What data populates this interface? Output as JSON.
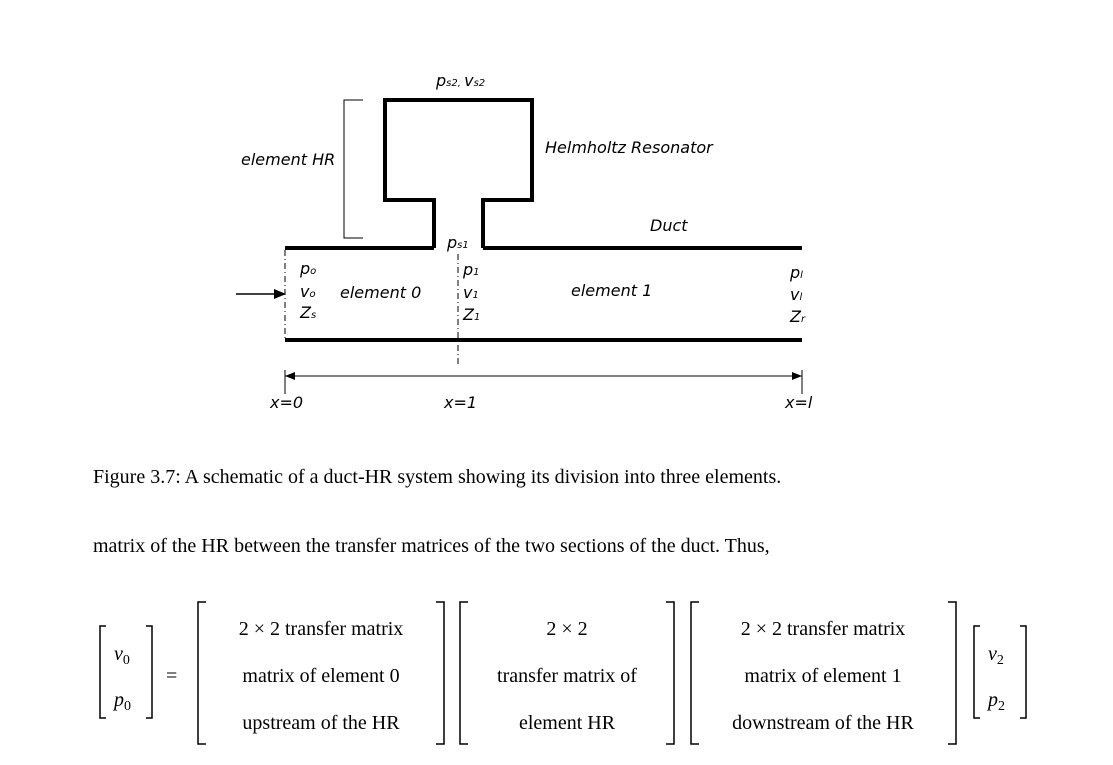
{
  "figure": {
    "top_label": "p",
    "top_label_sub1": "s2, ",
    "top_label_v": "v",
    "top_label_sub2": "s2",
    "element_hr": "element HR",
    "helmholtz": "Helmholtz Resonator",
    "duct": "Duct",
    "ps1": "p",
    "ps1_sub": "s1",
    "p0": "p",
    "p0_sub": "o",
    "v0": "v",
    "v0_sub": "o",
    "zs": "Z",
    "zs_sub": "s",
    "element0": "element 0",
    "p1": "p",
    "p1_sub": "1",
    "v1": "v",
    "v1_sub": "1",
    "z1": "Z",
    "z1_sub": "1",
    "element1": "element 1",
    "pl": "p",
    "pl_sub": "l",
    "vl": "v",
    "vl_sub": "l",
    "zr": "Z",
    "zr_sub": "r",
    "x0": "x=0",
    "x1": "x=1",
    "xl": "x=l"
  },
  "caption": "Figure 3.7: A schematic of a duct-HR system showing its division into three elements.",
  "paragraph": "matrix of the HR between the transfer matrices of the two sections of the duct. Thus,",
  "equation": {
    "lhs_top": "v",
    "lhs_top_sub": "0",
    "lhs_bottom": "p",
    "lhs_bottom_sub": "0",
    "equals": "=",
    "m1": [
      "2 × 2 transfer matrix",
      "matrix of element 0",
      "upstream of the HR"
    ],
    "m2": [
      "2 × 2",
      "transfer matrix of",
      "element HR"
    ],
    "m3": [
      "2 × 2 transfer matrix",
      "matrix of element 1",
      "downstream of the HR"
    ],
    "rhs_top": "v",
    "rhs_top_sub": "2",
    "rhs_bottom": "p",
    "rhs_bottom_sub": "2"
  }
}
